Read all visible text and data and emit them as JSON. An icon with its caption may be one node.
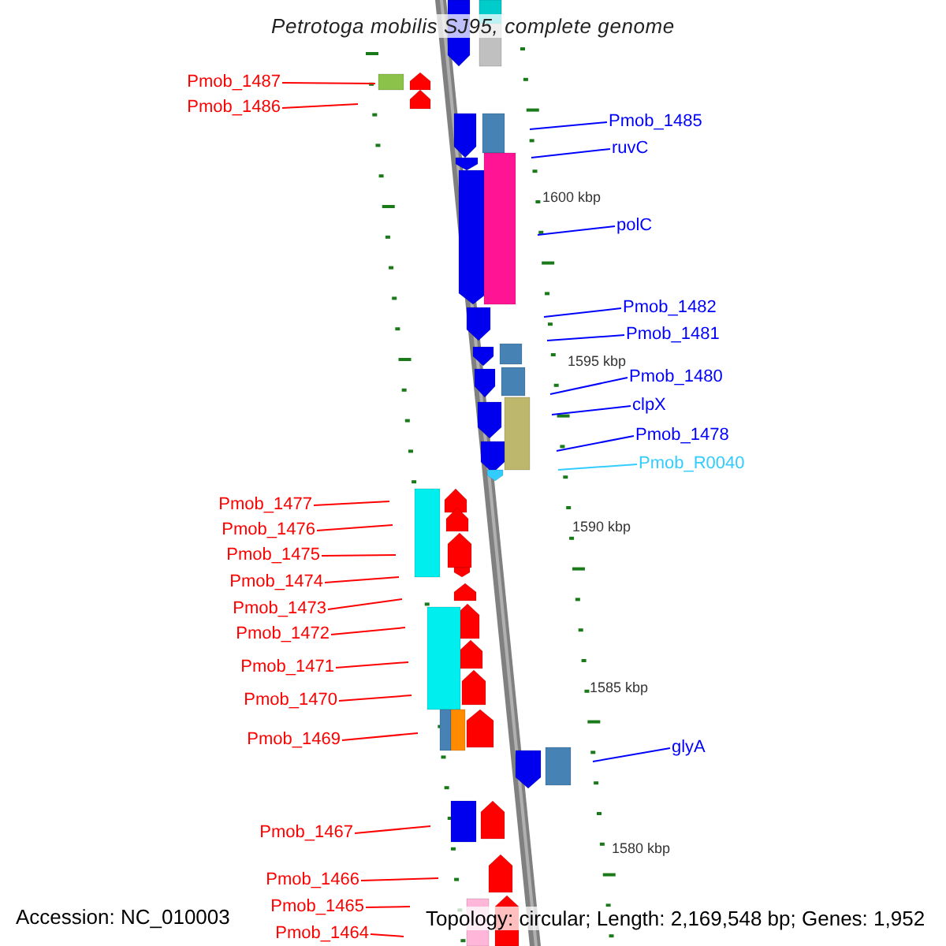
{
  "diagram": {
    "title": "Petrotoga mobilis SJ95, complete genome",
    "nodes": [
      {
        "text": [
          "Pmob_1487"
        ]
      },
      {
        "text": [
          "Pmob_1486"
        ]
      },
      {
        "text": [
          "Pmob_1485"
        ]
      },
      {
        "text": [
          "ruvC"
        ]
      },
      {
        "text": [
          "polC"
        ]
      },
      {
        "text": [
          "Pmob_1482"
        ]
      },
      {
        "text": [
          "Pmob_1481"
        ]
      },
      {
        "text": [
          "Pmob_1480"
        ]
      },
      {
        "text": [
          "clpX"
        ]
      },
      {
        "text": [
          "Pmob_1478"
        ]
      },
      {
        "text": [
          "Pmob_R0040"
        ]
      },
      {
        "text": [
          "Pmob_1477"
        ]
      },
      {
        "text": [
          "Pmob_1476"
        ]
      },
      {
        "text": [
          "Pmob_1475"
        ]
      },
      {
        "text": [
          "Pmob_1474"
        ]
      },
      {
        "text": [
          "Pmob_1473"
        ]
      },
      {
        "text": [
          "Pmob_1472"
        ]
      },
      {
        "text": [
          "Pmob_1471"
        ]
      },
      {
        "text": [
          "Pmob_1470"
        ]
      },
      {
        "text": [
          "Pmob_1469"
        ]
      },
      {
        "text": [
          "glyA"
        ]
      },
      {
        "text": [
          "Pmob_1467"
        ]
      },
      {
        "text": [
          "Pmob_1466"
        ]
      },
      {
        "text": [
          "Pmob_1465"
        ]
      },
      {
        "text": [
          "Pmob_1464"
        ]
      }
    ],
    "edges": [
      {
        "from": 0,
        "to": null,
        "arrow": "none"
      },
      {
        "from": 1,
        "to": null,
        "arrow": "none"
      },
      {
        "from": 2,
        "to": null,
        "arrow": "none",
        "color": "#0000ff"
      },
      {
        "from": 3,
        "to": null,
        "arrow": "none",
        "color": "#0000ff"
      },
      {
        "from": 4,
        "to": null,
        "arrow": "none",
        "color": "#0000ff"
      },
      {
        "from": 5,
        "to": null,
        "arrow": "none",
        "color": "#0000ff"
      },
      {
        "from": 6,
        "to": null,
        "arrow": "none",
        "color": "#0000ff"
      },
      {
        "from": 7,
        "to": null,
        "arrow": "none",
        "color": "#0000ff"
      },
      {
        "from": 8,
        "to": null,
        "arrow": "none",
        "color": "#0000ff"
      },
      {
        "from": 9,
        "to": null,
        "arrow": "none",
        "color": "#0000ff"
      },
      {
        "from": 10,
        "to": null,
        "arrow": "none",
        "color": "#33ccff"
      },
      {
        "from": 11,
        "to": null,
        "arrow": "none"
      },
      {
        "from": 12,
        "to": null,
        "arrow": "none"
      },
      {
        "from": 13,
        "to": null,
        "arrow": "none"
      },
      {
        "from": 14,
        "to": null,
        "arrow": "none"
      },
      {
        "from": 15,
        "to": null,
        "arrow": "none"
      },
      {
        "from": 16,
        "to": null,
        "arrow": "none"
      },
      {
        "from": 17,
        "to": null,
        "arrow": "none"
      },
      {
        "from": 18,
        "to": null,
        "arrow": "none"
      },
      {
        "from": 19,
        "to": null,
        "arrow": "none"
      },
      {
        "from": 20,
        "to": null,
        "arrow": "none",
        "color": "#0000ff"
      },
      {
        "from": 21,
        "to": null,
        "arrow": "none"
      },
      {
        "from": 22,
        "to": null,
        "arrow": "none"
      },
      {
        "from": 23,
        "to": null,
        "arrow": "none"
      },
      {
        "from": 24,
        "to": null,
        "arrow": "none"
      }
    ],
    "labels": [
      "1600 kbp",
      "1595 kbp",
      "1590 kbp",
      "1585 kbp",
      "1580 kbp",
      "Accession: NC_010003",
      "Topology: circular; Length: 2,169,548 bp; Genes: 1,952"
    ]
  }
}
